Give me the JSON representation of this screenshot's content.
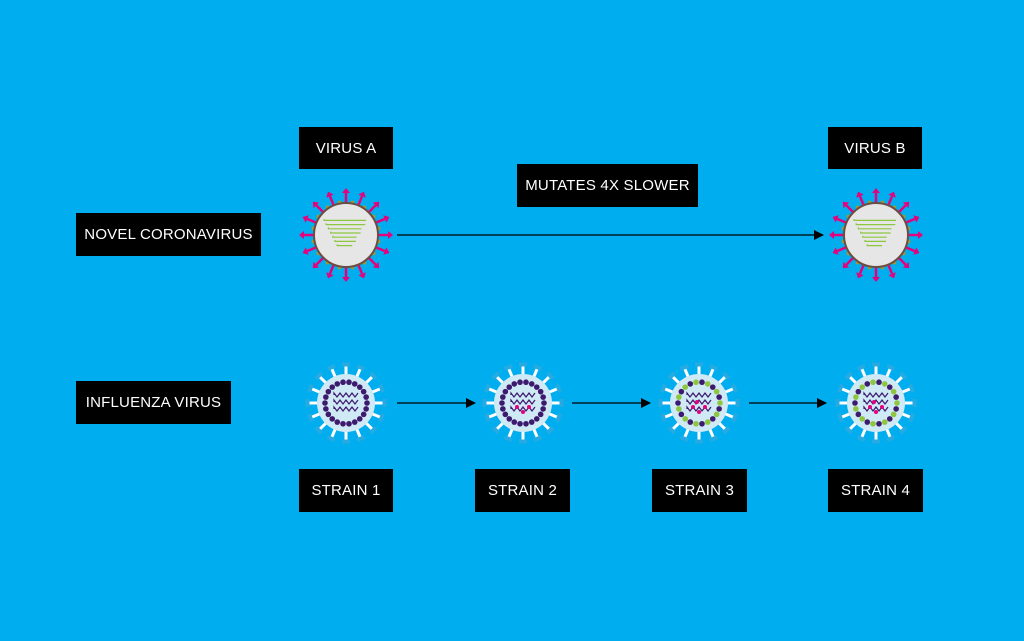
{
  "rows": {
    "coronavirus": {
      "label": "NOVEL CORONAVIRUS"
    },
    "influenza": {
      "label": "INFLUENZA VIRUS"
    }
  },
  "coronavirus": {
    "start_label": "VIRUS A",
    "end_label": "VIRUS B",
    "arrow_label": "MUTATES 4X SLOWER"
  },
  "influenza": {
    "strains": [
      "STRAIN 1",
      "STRAIN 2",
      "STRAIN 3",
      "STRAIN 4"
    ]
  },
  "colors": {
    "background": "#00aeef",
    "label_box": "#000000",
    "label_text": "#ffffff",
    "corona_spike": "#e6007e",
    "corona_body": "#e6e6e6",
    "corona_rna": "#8dc63f",
    "flu_envelope": "#3d1a6e",
    "flu_spike": "#ffffff",
    "flu_spike_tip": "#27aae1",
    "flu_dot_magenta": "#e6007e",
    "flu_dot_green": "#8dc63f"
  }
}
